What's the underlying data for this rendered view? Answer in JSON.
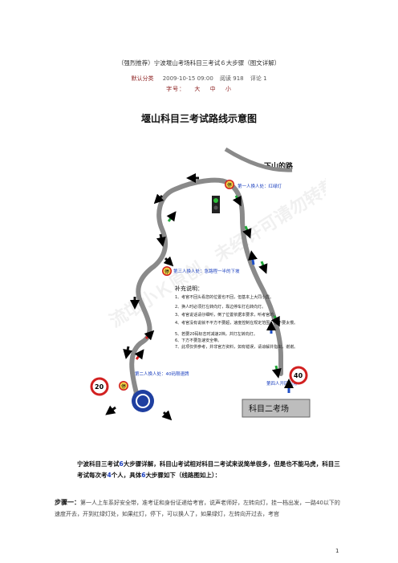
{
  "doc": {
    "title": "（强烈推荐）宁波堰山考场科目三考试６大步骤（图文详解）",
    "category": "默认分类",
    "datetime": "2009-10-15 09:00",
    "reads": "阅读 918",
    "comments": "评论 1",
    "font_size_label": "字号：",
    "font_big": "大",
    "font_mid": "中",
    "font_small": "小",
    "page_number": "1"
  },
  "map": {
    "title": "堰山科目三考试路线示意图",
    "downhill": "下山的路",
    "exam_site": "科目二考场",
    "label_person1": "第一人换人处：红绿灯",
    "label_person3": "第三人换人处：急路程一半的下坡",
    "label_person2": "第二人换人处：40码限速牌",
    "label_start": "第四人开回起点",
    "speed_left": "20",
    "speed_right": "40",
    "stop_sign": "停",
    "notes_title": "补充说明：",
    "notes": [
      "1、考官不回头看您的位置也不回，但基本上大同小异。",
      "2、换人时必须打左转向灯，靠边停车打右转向灯。",
      "3、考官说话请仔细听，倒了位置依据本要求，听考官的。",
      "4、考官没有说就不平方不要超，速度控制在规定范围，也不要太慢。",
      "5、若要20码标志时减速2档，并打左转向灯。",
      "6、下方不要急速安全带。",
      "7、此项仅供参考，并非官方资料，如有错误，请谅解并指出，谢谢。"
    ],
    "watermark": "流氓小Ｋ原创，未经许可请勿转载"
  },
  "lead": {
    "part1": "宁波科目三考试",
    "n1": "6",
    "part2": "大步骤详解，科目山考试相对科目二考试来说简单很多，但是也不能马虎，科目三考试每次考",
    "n2": "4",
    "part3": "个人，具体",
    "n3": "6",
    "part4": "大步骤如下（线路图如上）："
  },
  "step1": {
    "label": "步骤一：",
    "text": "第一人上车系好安全带，准考证和身份证递给考官，说声老师好，左转向灯，挂一档出发，一路40以下的速度开去，开到红绿灯处，如果红灯，停下，可以换人了，如果绿灯，左转向开过去，考官"
  },
  "colors": {
    "road": "#8a8a8a",
    "green": "#22a83a",
    "red": "#d22020",
    "blue": "#1f4fc7",
    "black": "#111111",
    "label_blue": "#1a3fbf"
  }
}
